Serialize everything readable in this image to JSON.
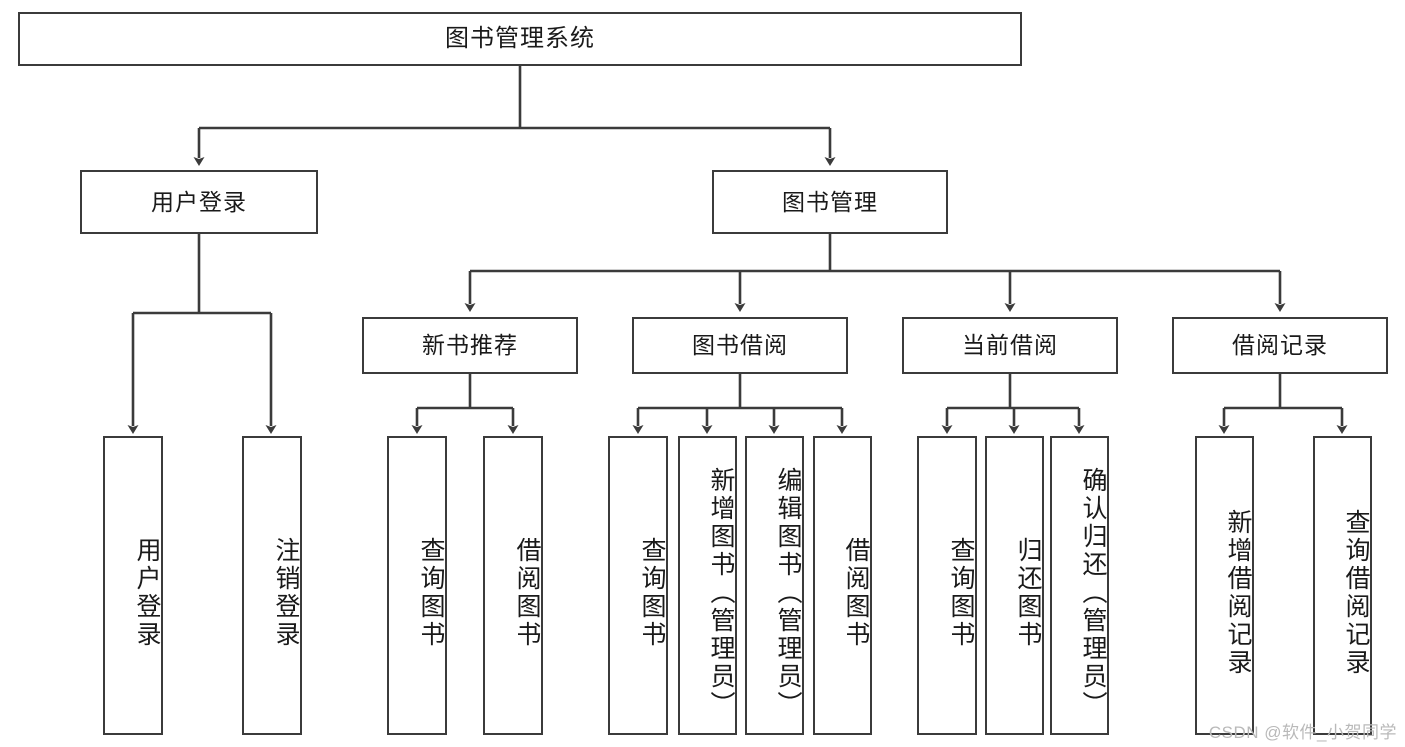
{
  "diagram": {
    "title": "图书管理系统",
    "type": "hierarchy-tree",
    "colors": {
      "box_stroke": "#3b3b3b",
      "box_fill": "#ffffff",
      "connector": "#3b3b3b",
      "text": "#1a1a1a",
      "watermark": "#b9b9b9"
    },
    "levels": {
      "root": {
        "label": "图书管理系统"
      },
      "level2": [
        {
          "id": "user-login",
          "label": "用户登录"
        },
        {
          "id": "book-management",
          "label": "图书管理"
        }
      ],
      "level3": [
        {
          "id": "new-book-recommend",
          "label": "新书推荐"
        },
        {
          "id": "book-borrow",
          "label": "图书借阅"
        },
        {
          "id": "current-borrow",
          "label": "当前借阅"
        },
        {
          "id": "borrow-record",
          "label": "借阅记录"
        }
      ],
      "leaves": {
        "user_login": [
          {
            "id": "leaf-user-login",
            "label": "用户登录"
          },
          {
            "id": "leaf-logout-login",
            "label": "注销登录"
          }
        ],
        "new_book_recommend": [
          {
            "id": "leaf-query-book-1",
            "label": "查询图书"
          },
          {
            "id": "leaf-borrow-book-1",
            "label": "借阅图书"
          }
        ],
        "book_borrow": [
          {
            "id": "leaf-query-book-2",
            "label": "查询图书"
          },
          {
            "id": "leaf-add-book",
            "label": "新增图书（管理员）"
          },
          {
            "id": "leaf-edit-book",
            "label": "编辑图书（管理员）"
          },
          {
            "id": "leaf-borrow-book-2",
            "label": "借阅图书"
          }
        ],
        "current_borrow": [
          {
            "id": "leaf-query-book-3",
            "label": "查询图书"
          },
          {
            "id": "leaf-return-book",
            "label": "归还图书"
          },
          {
            "id": "leaf-confirm-return",
            "label": "确认归还（管理员）"
          }
        ],
        "borrow_record": [
          {
            "id": "leaf-add-record",
            "label": "新增借阅记录"
          },
          {
            "id": "leaf-query-record",
            "label": "查询借阅记录"
          }
        ]
      }
    },
    "watermark": "CSDN @软件_小贺同学"
  }
}
